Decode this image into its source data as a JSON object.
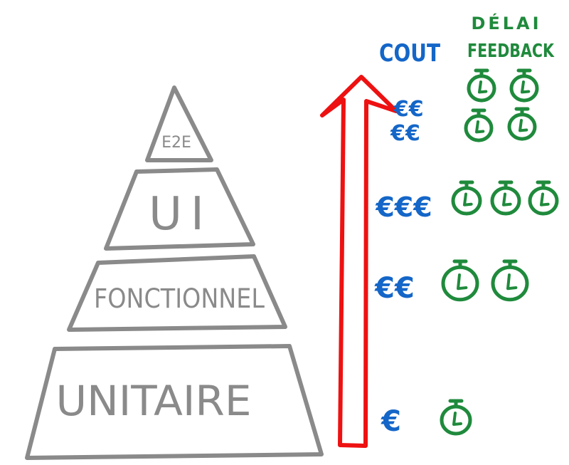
{
  "colors": {
    "pyramid_stroke": "#8a8a8a",
    "pyramid_text": "#8a8a8a",
    "arrow": "#ee1111",
    "cost": "#1466c8",
    "feedback": "#1f8a3c"
  },
  "headers": {
    "cost": "COUT",
    "feedback_line1": "DÉLAI",
    "feedback_line2": "FEEDBACK"
  },
  "levels": [
    {
      "name": "E2E",
      "cost": "€€ €€",
      "feedback_count": 4
    },
    {
      "name": "UI",
      "cost": "€€€",
      "feedback_count": 3
    },
    {
      "name": "FONCTIONNEL",
      "cost": "€€",
      "feedback_count": 2
    },
    {
      "name": "UNITAIRE",
      "cost": "€",
      "feedback_count": 1
    }
  ],
  "icons": {
    "arrow": "up-arrow-icon",
    "feedback": "stopwatch-icon"
  }
}
